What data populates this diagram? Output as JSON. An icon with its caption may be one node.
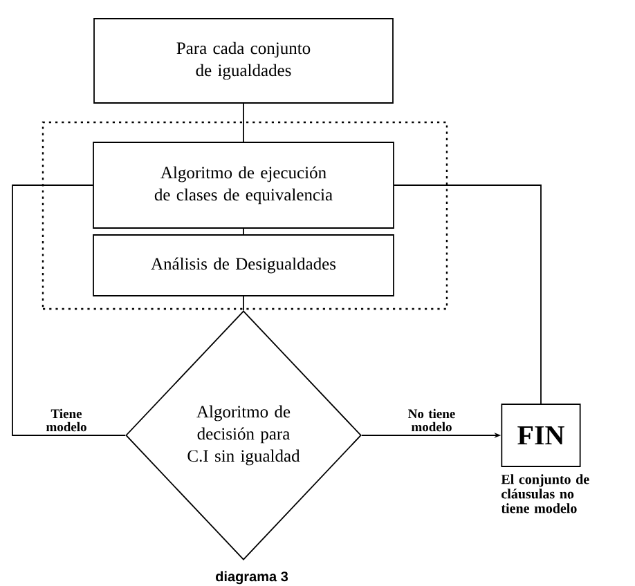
{
  "diagram": {
    "caption": "diagrama 3",
    "nodes": [
      {
        "text": [
          "Para cada conjunto de igualdades"
        ]
      },
      {
        "text": [],
        "shape": "box"
      },
      {
        "text": [
          "Algoritmo de ejecución de clases de equivalencia"
        ],
        "in": 1
      },
      {
        "text": [
          "Análisis de Desigualdades"
        ],
        "in": 1
      },
      {
        "text": [
          "Algoritmo de decisión para C.I sin igualdad"
        ]
      },
      {
        "text": [
          "FIN"
        ],
        "beside": [
          "El conjunto de cláusulas no tiene modelo"
        ]
      }
    ],
    "edges": [
      {
        "from": 0,
        "to": 2,
        "arrow": "none"
      },
      {
        "from": 2,
        "to": 3,
        "arrow": "none"
      },
      {
        "from": 3,
        "to": 4,
        "arrow": "none"
      },
      {
        "from": 4,
        "to": 2,
        "arrow": "none",
        "label": "Tiene modelo"
      },
      {
        "from": 2,
        "to": 5,
        "arrow": "none"
      },
      {
        "from": 4,
        "to": 5,
        "arrow": "to",
        "label": "No tiene modelo"
      }
    ]
  }
}
